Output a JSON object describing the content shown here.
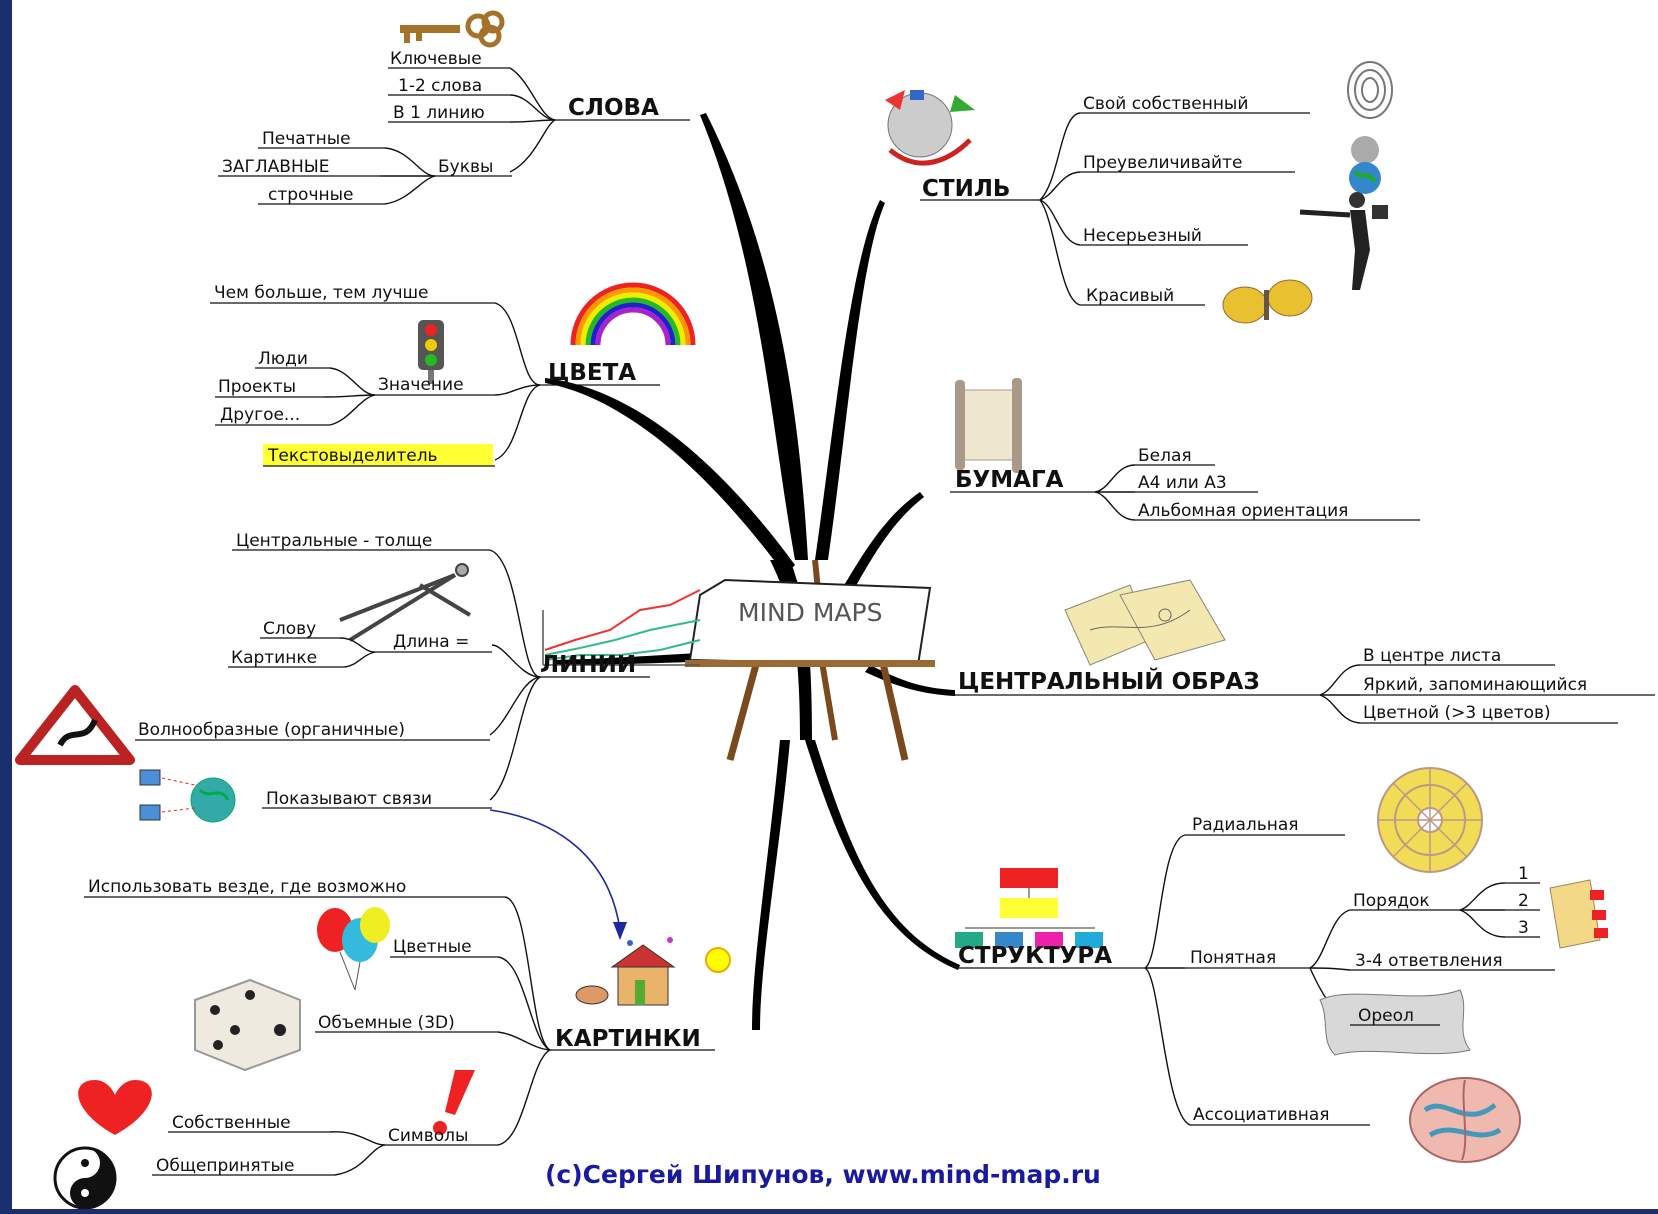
{
  "center": {
    "label": "MIND MAPS"
  },
  "branches": {
    "slova": {
      "title": "СЛОВА",
      "items": [
        "Ключевые",
        "1-2 слова",
        "В 1 линию"
      ],
      "bukvy": {
        "label": "Буквы",
        "items": [
          "Печатные",
          "ЗАГЛАВНЫЕ",
          "строчные"
        ]
      }
    },
    "cveta": {
      "title": "ЦВЕТА",
      "items": [
        "Чем больше, тем лучше",
        "Текстовыделитель"
      ],
      "znachenie": {
        "label": "Значение",
        "items": [
          "Люди",
          "Проекты",
          "Другое..."
        ]
      }
    },
    "linii": {
      "title": "ЛИНИИ",
      "items": [
        "Центральные - толще",
        "Волнообразные (органичные)",
        "Показывают связи"
      ],
      "dlina": {
        "label": "Длина =",
        "items": [
          "Слову",
          "Картинке"
        ]
      }
    },
    "kartinki": {
      "title": "КАРТИНКИ",
      "items": [
        "Использовать везде, где возможно",
        "Цветные",
        "Объемные (3D)"
      ],
      "simvoly": {
        "label": "Символы",
        "items": [
          "Собственные",
          "Общепринятые"
        ]
      }
    },
    "stil": {
      "title": "СТИЛЬ",
      "items": [
        "Свой собственный",
        "Преувеличивайте",
        "Несерьезный",
        "Красивый"
      ]
    },
    "bumaga": {
      "title": "БУМАГА",
      "items": [
        "Белая",
        "А4 или А3",
        "Альбомная ориентация"
      ]
    },
    "obraz": {
      "title": "ЦЕНТРАЛЬНЫЙ ОБРАЗ",
      "items": [
        "В центре листа",
        "Яркий, запоминающийся",
        "Цветной (>3 цветов)"
      ]
    },
    "struktura": {
      "title": "СТРУКТУРА",
      "radial": "Радиальная",
      "ponyatnaya": {
        "label": "Понятная",
        "poryadok": {
          "label": "Порядок",
          "items": [
            "1",
            "2",
            "3"
          ]
        },
        "items": [
          "3-4 ответвления",
          "Ореол"
        ]
      },
      "assoc": "Ассоциативная"
    }
  },
  "footer": {
    "copyright": "(c)Сергей Шипунов, www.mind-map.ru"
  },
  "colors": {
    "background": "#1b2f6e",
    "highlight": "#ffff33",
    "copyright": "#1a1aa0"
  },
  "icons": [
    "key-icon",
    "rainbow-icon",
    "traffic-light-icon",
    "compass-icon",
    "line-chart-icon",
    "road-sign-icon",
    "network-globe-icon",
    "balloons-icon",
    "dice-icon",
    "heart-icon",
    "yin-yang-icon",
    "exclamation-icon",
    "drawing-icon",
    "easel-icon",
    "brain-storm-icon",
    "fingerprint-icon",
    "globe-icon",
    "businessman-icon",
    "butterfly-icon",
    "scroll-icon",
    "maps-icon",
    "radial-disc-icon",
    "numbered-list-icon",
    "org-chart-icon",
    "brain-icon"
  ]
}
